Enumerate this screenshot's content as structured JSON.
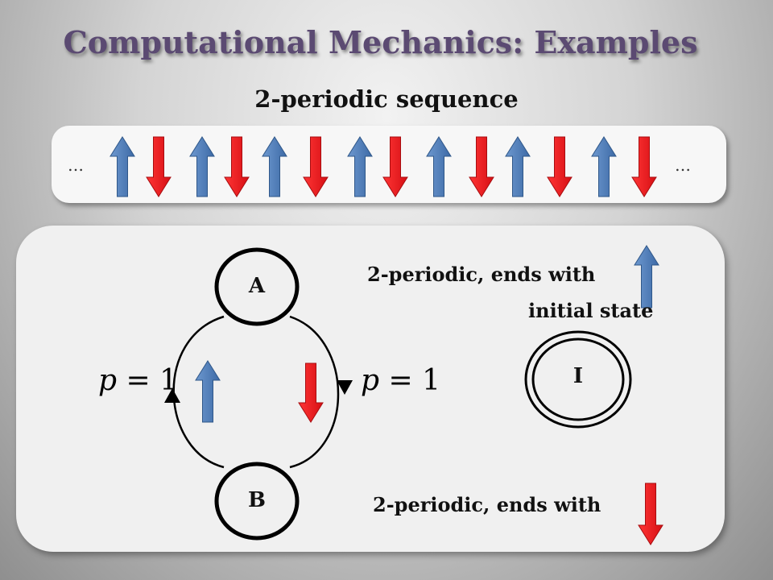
{
  "title": "Computational Mechanics: Examples",
  "subtitle": "2-periodic sequence",
  "sequence": {
    "ellipsis_left": "…",
    "ellipsis_right": "…",
    "arrows": [
      "up",
      "down",
      "up",
      "down",
      "up",
      "down",
      "up",
      "down",
      "up",
      "down",
      "up",
      "down",
      "up",
      "down"
    ]
  },
  "diagram": {
    "state_a": "A",
    "state_b": "B",
    "state_i": "I",
    "left_prob": "1",
    "right_prob": "1",
    "left_symbol": "up",
    "right_symbol": "down",
    "state_a_desc": "2-periodic, ends with",
    "state_a_symbol": "up",
    "state_b_desc": "2-periodic, ends with",
    "state_b_symbol": "down",
    "initial_state_label": "initial state"
  },
  "colors": {
    "up_arrow": "#4f81bd",
    "down_arrow": "#e8161b",
    "title": "#5b4a72"
  }
}
